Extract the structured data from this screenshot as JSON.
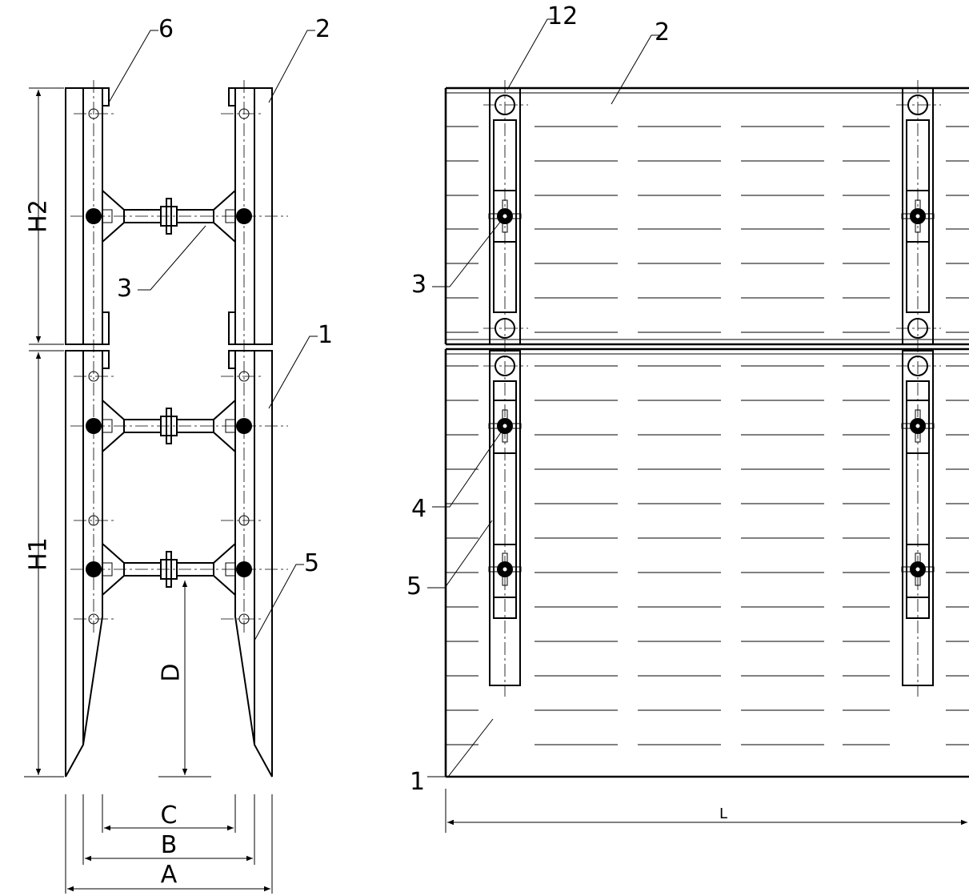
{
  "labels": {
    "left_top_6": "6",
    "left_top_2": "2",
    "left_3": "3",
    "left_1": "1",
    "left_5": "5",
    "right_12": "12",
    "right_2": "2",
    "right_3": "3",
    "right_4": "4",
    "right_5": "5",
    "right_1": "1"
  },
  "dimensions": {
    "H2": "H2",
    "H1": "H1",
    "D": "D",
    "A": "A",
    "B": "B",
    "C": "C",
    "L": "L"
  }
}
